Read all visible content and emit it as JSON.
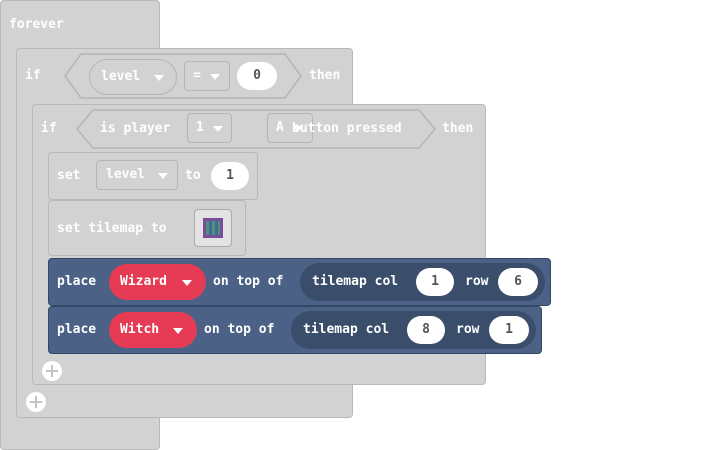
{
  "forever": {
    "label": "forever"
  },
  "if_outer": {
    "if_label": "if",
    "variable": "level",
    "operator": "=",
    "value": "0",
    "then_label": "then"
  },
  "if_inner": {
    "if_label": "if",
    "is_player_label": "is player",
    "player": "1",
    "button": "A",
    "pressed_label": "button pressed",
    "then_label": "then"
  },
  "set_level": {
    "set_label": "set",
    "variable": "level",
    "to_label": "to",
    "value": "1"
  },
  "set_tilemap": {
    "label": "set tilemap to",
    "icon": "tilemap-thumbnail-icon"
  },
  "place1": {
    "place_label": "place",
    "sprite": "Wizard",
    "on_top_label": "on top of",
    "tilemap_label": "tilemap col",
    "col": "1",
    "row_label": "row",
    "row": "6"
  },
  "place2": {
    "place_label": "place",
    "sprite": "Witch",
    "on_top_label": "on top of",
    "tilemap_label": "tilemap col",
    "col": "8",
    "row_label": "row",
    "row": "1"
  },
  "colors": {
    "logic_block": "#d2d2d2",
    "sprite_block": "#4b6286",
    "sprite_value": "#e63b55",
    "reporter": "#3a4d6b"
  }
}
